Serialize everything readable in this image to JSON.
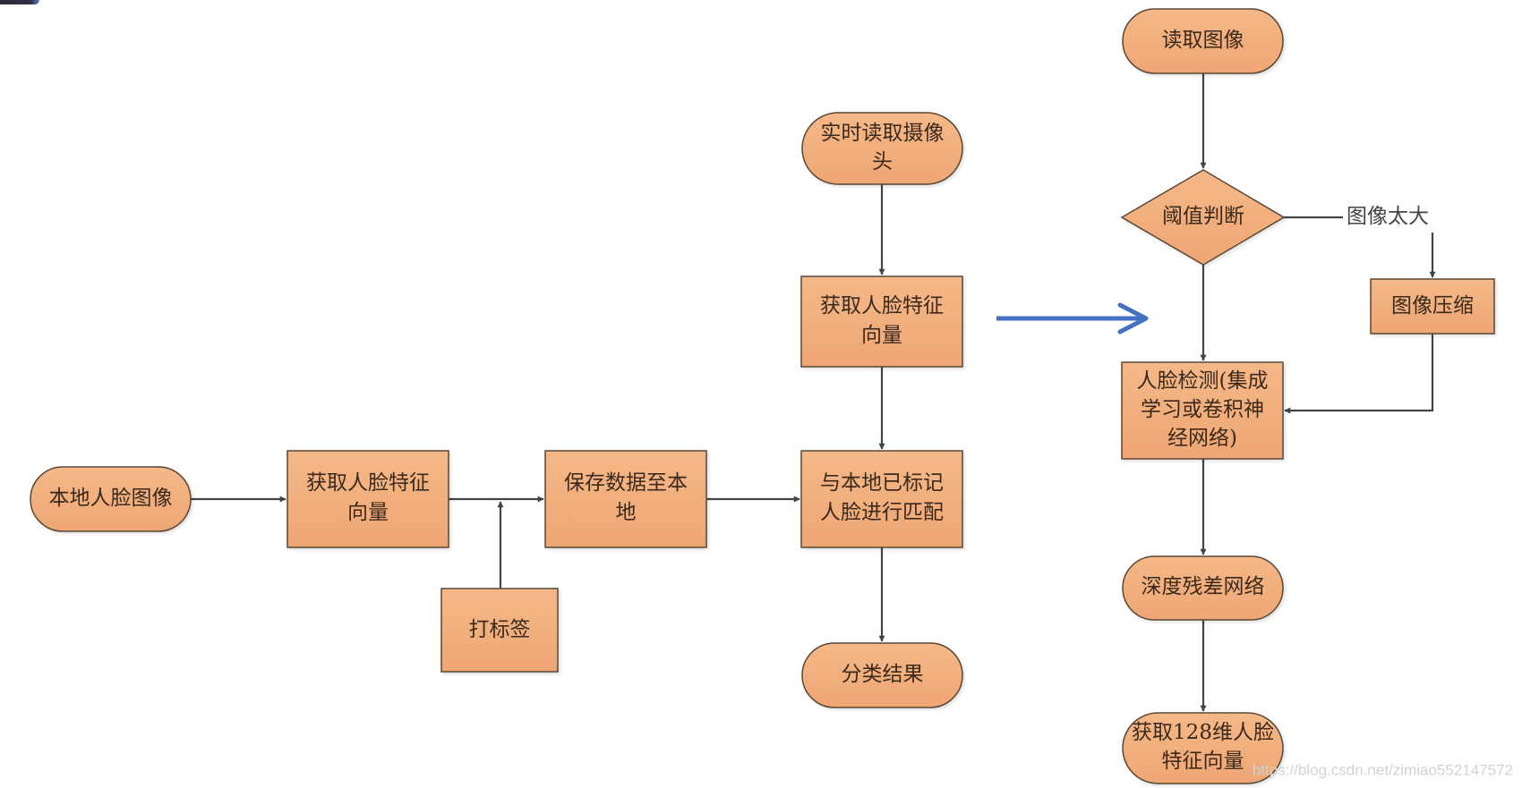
{
  "diagram": {
    "colors": {
      "node_fill_top": "#f5b888",
      "node_fill_bottom": "#eea673",
      "node_stroke": "#5a4634",
      "edge": "#404448",
      "transition_arrow": "#4472c4"
    },
    "left_flow": {
      "nodes": [
        {
          "id": "local-face-image",
          "shape": "terminator",
          "lines": [
            "本地人脸图像"
          ]
        },
        {
          "id": "extract-features-local",
          "shape": "process",
          "lines": [
            "获取人脸特征",
            "向量"
          ]
        },
        {
          "id": "save-data-local",
          "shape": "process",
          "lines": [
            "保存数据至本",
            "地"
          ]
        },
        {
          "id": "add-label",
          "shape": "process",
          "lines": [
            "打标签"
          ]
        },
        {
          "id": "realtime-camera",
          "shape": "terminator",
          "lines": [
            "实时读取摄像",
            "头"
          ]
        },
        {
          "id": "extract-features-live",
          "shape": "process",
          "lines": [
            "获取人脸特征",
            "向量"
          ]
        },
        {
          "id": "match-local",
          "shape": "process",
          "lines": [
            "与本地已标记",
            "人脸进行匹配"
          ]
        },
        {
          "id": "classification-result",
          "shape": "terminator",
          "lines": [
            "分类结果"
          ]
        }
      ],
      "edges": [
        {
          "from": "local-face-image",
          "to": "extract-features-local"
        },
        {
          "from": "extract-features-local",
          "to": "save-data-local"
        },
        {
          "from": "add-label",
          "to": "extract-features-local->save-data-local"
        },
        {
          "from": "save-data-local",
          "to": "match-local"
        },
        {
          "from": "realtime-camera",
          "to": "extract-features-live"
        },
        {
          "from": "extract-features-live",
          "to": "match-local"
        },
        {
          "from": "match-local",
          "to": "classification-result"
        }
      ]
    },
    "right_flow": {
      "nodes": [
        {
          "id": "read-image",
          "shape": "terminator",
          "lines": [
            "读取图像"
          ]
        },
        {
          "id": "threshold-check",
          "shape": "decision",
          "lines": [
            "阈值判断"
          ]
        },
        {
          "id": "image-compress",
          "shape": "process",
          "lines": [
            "图像压缩"
          ]
        },
        {
          "id": "face-detection",
          "shape": "process",
          "lines": [
            "人脸检测(集成",
            "学习或卷积神",
            "经网络)"
          ]
        },
        {
          "id": "deep-residual-net",
          "shape": "terminator",
          "lines": [
            "深度残差网络"
          ]
        },
        {
          "id": "get-128d-vector",
          "shape": "terminator",
          "lines": [
            "获取128维人脸",
            "特征向量"
          ]
        }
      ],
      "edges": [
        {
          "from": "read-image",
          "to": "threshold-check"
        },
        {
          "from": "threshold-check",
          "to": "image-compress",
          "label": "图像太大"
        },
        {
          "from": "threshold-check",
          "to": "face-detection"
        },
        {
          "from": "image-compress",
          "to": "face-detection"
        },
        {
          "from": "face-detection",
          "to": "deep-residual-net"
        },
        {
          "from": "deep-residual-net",
          "to": "get-128d-vector"
        }
      ]
    },
    "edge_labels": {
      "image_too_large": "图像太大"
    },
    "transition_arrow": {
      "from": "left_flow",
      "to": "right_flow",
      "meaning": "expands-into"
    },
    "watermark": "https://blog.csdn.net/zimiao552147572"
  }
}
